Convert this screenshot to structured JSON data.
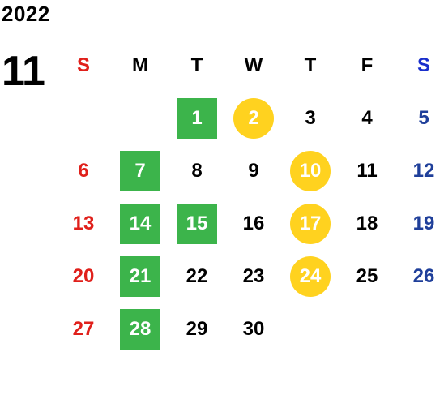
{
  "year": "2022",
  "month": "11",
  "weekdays": [
    "S",
    "M",
    "T",
    "W",
    "T",
    "F",
    "S"
  ],
  "colors": {
    "sunday": "#e0201b",
    "saturday": "#1f3f9a",
    "green_highlight": "#3cb44b",
    "yellow_highlight": "#ffd21f"
  },
  "days": [
    {
      "d": "1",
      "mark": "green"
    },
    {
      "d": "2",
      "mark": "yellow"
    },
    {
      "d": "3",
      "mark": ""
    },
    {
      "d": "4",
      "mark": ""
    },
    {
      "d": "5",
      "mark": ""
    },
    {
      "d": "6",
      "mark": ""
    },
    {
      "d": "7",
      "mark": "green"
    },
    {
      "d": "8",
      "mark": ""
    },
    {
      "d": "9",
      "mark": ""
    },
    {
      "d": "10",
      "mark": "yellow"
    },
    {
      "d": "11",
      "mark": ""
    },
    {
      "d": "12",
      "mark": ""
    },
    {
      "d": "13",
      "mark": ""
    },
    {
      "d": "14",
      "mark": "green"
    },
    {
      "d": "15",
      "mark": "green"
    },
    {
      "d": "16",
      "mark": ""
    },
    {
      "d": "17",
      "mark": "yellow"
    },
    {
      "d": "18",
      "mark": ""
    },
    {
      "d": "19",
      "mark": ""
    },
    {
      "d": "20",
      "mark": ""
    },
    {
      "d": "21",
      "mark": "green"
    },
    {
      "d": "22",
      "mark": ""
    },
    {
      "d": "23",
      "mark": ""
    },
    {
      "d": "24",
      "mark": "yellow"
    },
    {
      "d": "25",
      "mark": ""
    },
    {
      "d": "26",
      "mark": ""
    },
    {
      "d": "27",
      "mark": ""
    },
    {
      "d": "28",
      "mark": "green"
    },
    {
      "d": "29",
      "mark": ""
    },
    {
      "d": "30",
      "mark": ""
    }
  ]
}
